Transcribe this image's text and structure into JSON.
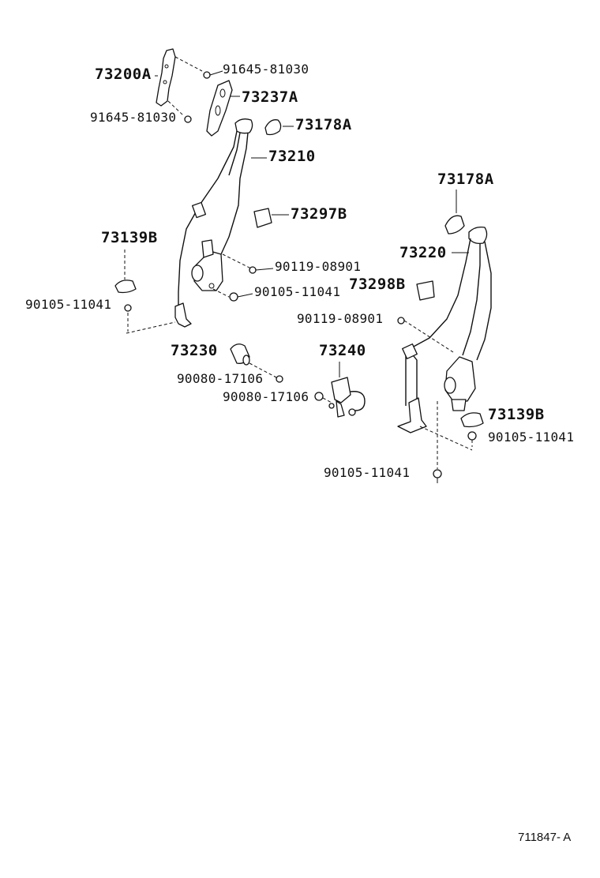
{
  "labels": {
    "p73200A": "73200A",
    "p91645_top": "91645-81030",
    "p73237A": "73237A",
    "p91645_left": "91645-81030",
    "p73178A_left": "73178A",
    "p73210": "73210",
    "p73297B": "73297B",
    "p73139B_left": "73139B",
    "p90119_left": "90119-08901",
    "p90105_mid": "90105-11041",
    "p90105_left": "90105-11041",
    "p73230": "73230",
    "p73240": "73240",
    "p90080_a": "90080-17106",
    "p90080_b": "90080-17106",
    "p73178A_right": "73178A",
    "p73220": "73220",
    "p73298B": "73298B",
    "p90119_right": "90119-08901",
    "p73139B_right": "73139B",
    "p90105_right": "90105-11041",
    "p90105_bottom": "90105-11041"
  },
  "figure_ref": "711847- A"
}
